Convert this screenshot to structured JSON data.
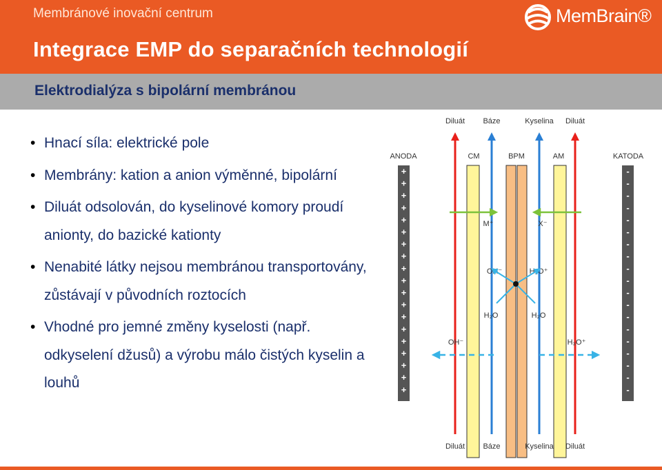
{
  "header": {
    "organization": "Membránové inovační centrum",
    "title": "Integrace EMP do separačních technologií",
    "logo_text": "MemBrain®"
  },
  "subtitle": "Elektrodialýza s bipolární membránou",
  "bullets": [
    "Hnací síla: elektrické pole",
    "Membrány: kation a anion výměnné, bipolární",
    "Diluát odsolován, do kyselinové komory proudí anionty, do bazické kationty",
    "Nenabité látky nejsou membránou transportovány, zůstávají v původních roztocích",
    "Vhodné pro jemné změny kyselosti (např. odkyselení džusů) a výrobu málo čistých kyselin a louhů"
  ],
  "diagram": {
    "top_labels": [
      "Diluát",
      "Báze",
      "Kyselina",
      "Diluát"
    ],
    "bottom_labels": [
      "Diluát",
      "Báze",
      "Kyselina",
      "Diluát"
    ],
    "electrode_left": "ANODA",
    "electrode_right": "KATODA",
    "membranes": [
      "CM",
      "BPM",
      "AM"
    ],
    "anode_sign": "+",
    "cathode_sign": "-",
    "ions": {
      "m_plus": "M⁺",
      "x_minus": "X⁻",
      "oh_left": "OH⁻",
      "h3o_right": "H₃O⁺",
      "h2o_left": "H₂O",
      "h2o_right": "H₂O",
      "oh_far": "OH⁻",
      "h3o_far": "H₃O⁺"
    },
    "colors": {
      "arrow_red": "#e8201a",
      "arrow_blue": "#2a7fd4",
      "arrow_green": "#7cc23a",
      "arrow_cyan": "#38b3e6",
      "cm_fill": "#fff59a",
      "bpm_fill": "#f8be84",
      "am_fill": "#fff59a",
      "electrode_fill": "#555555"
    }
  }
}
